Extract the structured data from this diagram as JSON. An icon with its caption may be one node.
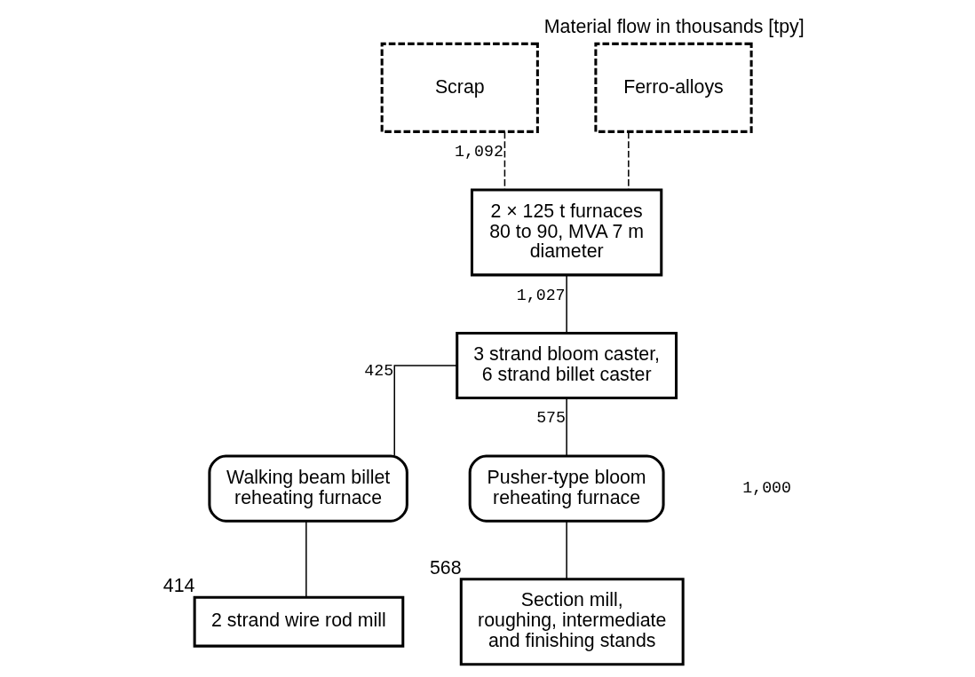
{
  "diagram": {
    "title": "Material flow in thousands [tpy]",
    "nodes": [
      {
        "text": [
          "Scrap"
        ]
      },
      {
        "text": [
          "Ferro-alloys"
        ]
      },
      {
        "text": [
          "2 × 125 t furnaces 80 to 90, MVA 7 m diameter"
        ]
      },
      {
        "text": [
          "3 strand bloom caster, 6 strand billet caster"
        ]
      },
      {
        "text": [
          "Walking beam billet reheating furnace"
        ]
      },
      {
        "text": [
          "Pusher-type bloom reheating furnace"
        ]
      },
      {
        "text": [
          "2 strand wire rod mill"
        ],
        "beside": [
          "414"
        ]
      },
      {
        "text": [
          "Section mill, roughing, intermediate and finishing stands"
        ],
        "beside": [
          "568"
        ]
      }
    ],
    "edges": [
      {
        "from": 0,
        "to": 2,
        "arrow": "none",
        "style": "dashed",
        "label": "1,092"
      },
      {
        "from": 1,
        "to": 2,
        "arrow": "none",
        "style": "dashed"
      },
      {
        "from": 2,
        "to": 3,
        "arrow": "none",
        "label": "1,027"
      },
      {
        "from": 3,
        "to": 4,
        "arrow": "none",
        "label": "425"
      },
      {
        "from": 3,
        "to": 5,
        "arrow": "none",
        "label": "575"
      },
      {
        "from": 4,
        "to": 6,
        "arrow": "none"
      },
      {
        "from": 5,
        "to": 7,
        "arrow": "none"
      }
    ],
    "labels": [
      "1,000"
    ]
  }
}
